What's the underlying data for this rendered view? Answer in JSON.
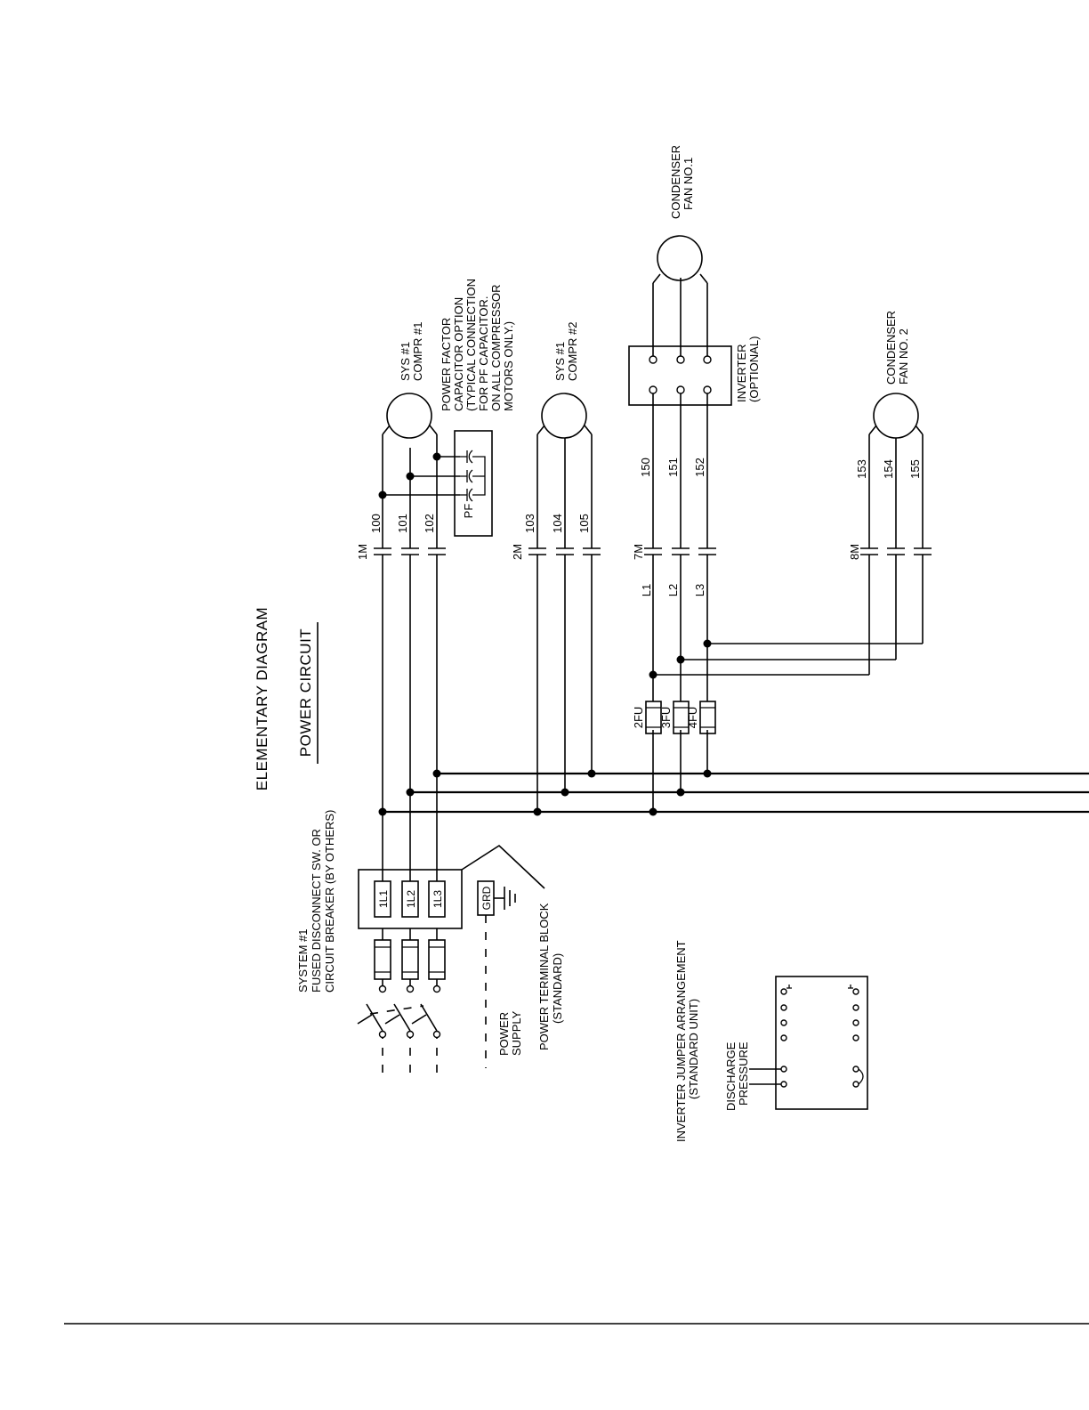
{
  "title": "ELEMENTARY DIAGRAM",
  "subtitle": "POWER CIRCUIT",
  "disconnect_label": [
    "SYSTEM #1",
    "FUSED DISCONNECT SW. OR",
    "CIRCUIT BREAKER (BY OTHERS)"
  ],
  "power_supply_label": [
    "POWER",
    "SUPPLY"
  ],
  "terminal_block_label": [
    "POWER TERMINAL BLOCK",
    "(STANDARD)"
  ],
  "terminals": [
    "1L1",
    "1L2",
    "1L3"
  ],
  "ground_label": "GRD",
  "fuses": [
    "2FU",
    "3FU",
    "4FU"
  ],
  "contactors": [
    "1M",
    "2M",
    "7M",
    "8M"
  ],
  "line_labels": [
    "L1",
    "L2",
    "L3"
  ],
  "wires_compr1": [
    "100",
    "101",
    "102"
  ],
  "wires_compr2": [
    "103",
    "104",
    "105"
  ],
  "wires_fan1": [
    "150",
    "151",
    "152"
  ],
  "wires_fan2": [
    "153",
    "154",
    "155"
  ],
  "pf_label": "PF",
  "pf_note": [
    "POWER FACTOR",
    "CAPACITOR OPTION",
    "(TYPICAL CONNECTION",
    "FOR PF CAPACITOR.",
    "ON ALL COMPRESSOR",
    "MOTORS ONLY.)"
  ],
  "compr1_label": [
    "SYS #1",
    "COMPR #1"
  ],
  "compr2_label": [
    "SYS #1",
    "COMPR #2"
  ],
  "inverter_label": [
    "INVERTER",
    "(OPTIONAL)"
  ],
  "fan1_label": [
    "CONDENSER",
    "FAN NO.1"
  ],
  "fan2_label": [
    "CONDENSER",
    "FAN NO. 2"
  ],
  "jumper_label": [
    "INVERTER JUMPER ARRANGEMENT",
    "(STANDARD UNIT)"
  ],
  "discharge_label": [
    "DISCHARGE",
    "PRESSURE"
  ]
}
